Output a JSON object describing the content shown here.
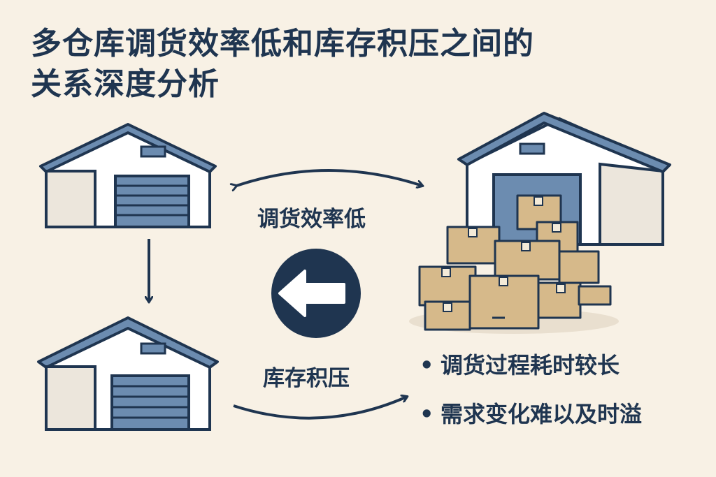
{
  "title": {
    "line1": "多仓库调货效率低和库存积压之间的",
    "line2": "关系深度分析"
  },
  "labels": {
    "transfer_efficiency": "调货效率低",
    "inventory_backlog": "库存积压"
  },
  "bullets": [
    "调货过程耗时较长",
    "需求变化难以及时溢"
  ],
  "icons": {
    "warehouse": "warehouse-icon",
    "left_arrow": "left-arrow-circle-icon",
    "boxes": "cardboard-boxes-icon"
  },
  "colors": {
    "background": "#f8f1e5",
    "navy": "#1f3550",
    "roof_blue": "#6c8cb0",
    "box_tan": "#d6b98a"
  }
}
